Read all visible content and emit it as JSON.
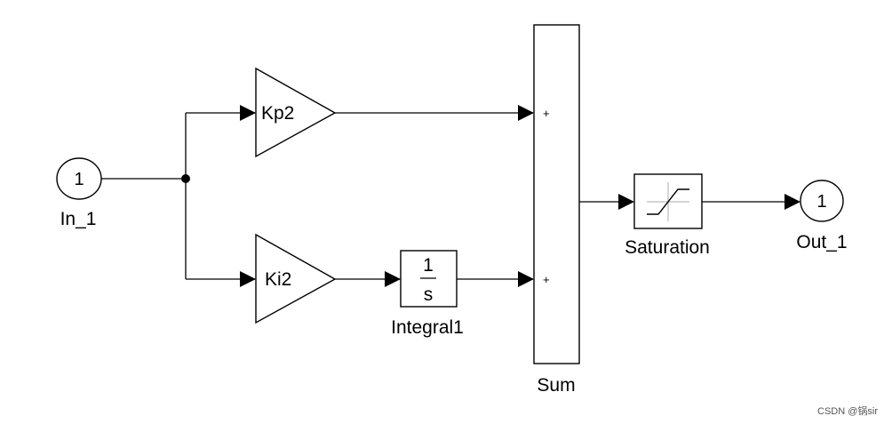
{
  "blocks": {
    "inport": {
      "number": "1",
      "name": "In_1"
    },
    "gain_p": {
      "name": "Kp2"
    },
    "gain_i": {
      "name": "Ki2"
    },
    "integrator": {
      "numerator": "1",
      "denominator": "s",
      "name": "Integral1"
    },
    "sum": {
      "name": "Sum",
      "signs": [
        "+",
        "+"
      ]
    },
    "saturation": {
      "name": "Saturation"
    },
    "outport": {
      "number": "1",
      "name": "Out_1"
    }
  },
  "watermark": "CSDN @锅sir"
}
